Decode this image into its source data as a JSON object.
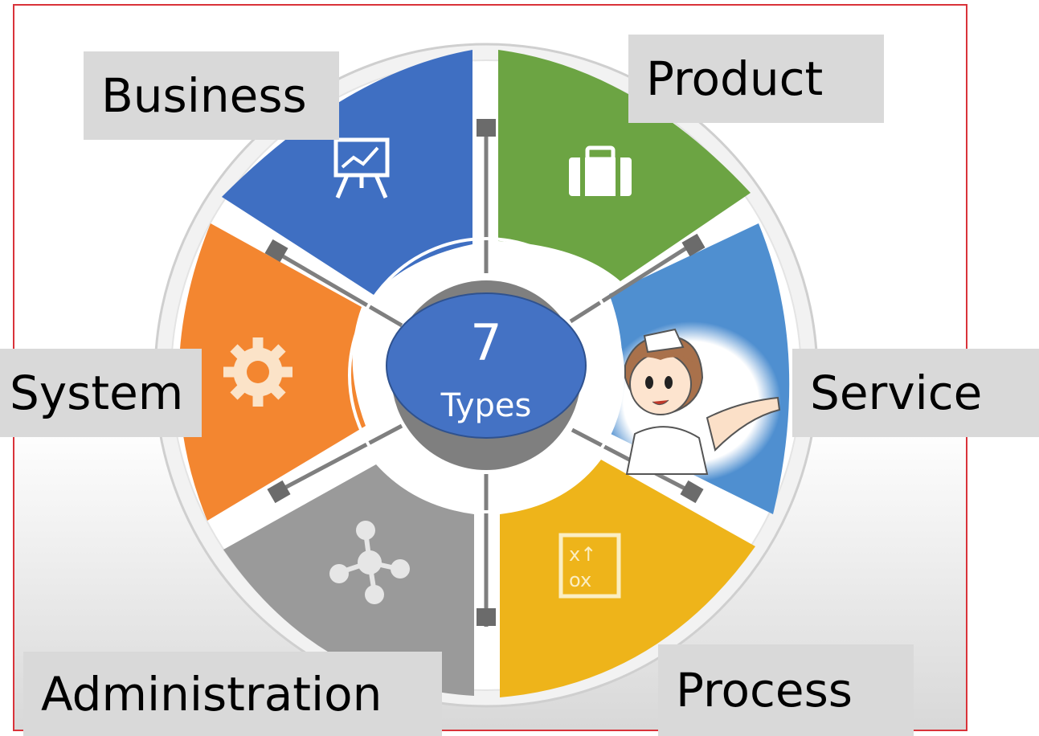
{
  "center": {
    "number": "7",
    "word": "Types"
  },
  "segments": [
    {
      "id": "business",
      "label": "Business",
      "color": "#3f6fc2",
      "icon": "presentation-chart-icon"
    },
    {
      "id": "product",
      "label": "Product",
      "color": "#6ca443",
      "icon": "briefcase-icon"
    },
    {
      "id": "service",
      "label": "Service",
      "color": "#4f8fd0",
      "icon": "nurse-mascot-icon"
    },
    {
      "id": "process",
      "label": "Process",
      "color": "#eeb41a",
      "icon": "strategy-board-icon"
    },
    {
      "id": "administration",
      "label": "Administration",
      "color": "#9a9a9a",
      "icon": "network-nodes-icon"
    },
    {
      "id": "system",
      "label": "System",
      "color": "#f38630",
      "icon": "gear-icon"
    }
  ],
  "colors": {
    "center_fill": "#4472c4",
    "center_ring": "#7f7f7f",
    "frame_border": "#d9333a",
    "label_bg": "#d9d9d9"
  }
}
